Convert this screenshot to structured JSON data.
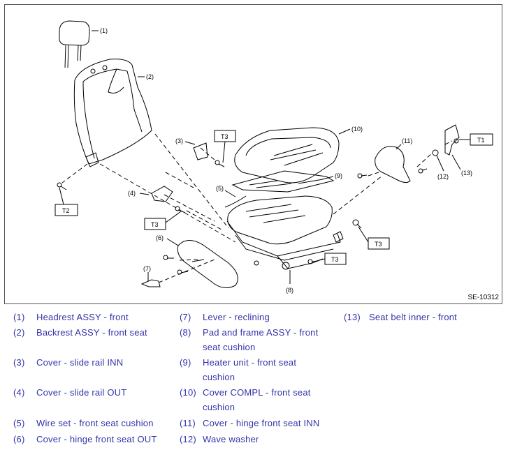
{
  "figure": {
    "code": "SE-10312",
    "callouts": {
      "c1": "(1)",
      "c2": "(2)",
      "c3": "(3)",
      "c4": "(4)",
      "c5": "(5)",
      "c6": "(6)",
      "c7": "(7)",
      "c8": "(8)",
      "c9": "(9)",
      "c10": "(10)",
      "c11": "(11)",
      "c12": "(12)",
      "c13": "(13)"
    },
    "torque_tags": {
      "t1": "T1",
      "t2": "T2",
      "t3a": "T3",
      "t3b": "T3",
      "t3c": "T3",
      "t3d": "T3"
    }
  },
  "legend": [
    {
      "num": "(1)",
      "text": "Headrest ASSY - front"
    },
    {
      "num": "(2)",
      "text": "Backrest ASSY - front seat"
    },
    {
      "num": "(3)",
      "text": "Cover - slide rail INN"
    },
    {
      "num": "(4)",
      "text": "Cover - slide rail OUT"
    },
    {
      "num": "(5)",
      "text": "Wire set - front seat cushion"
    },
    {
      "num": "(6)",
      "text": "Cover - hinge front seat OUT"
    },
    {
      "num": "(7)",
      "text": "Lever - reclining"
    },
    {
      "num": "(8)",
      "text": "Pad and frame ASSY - front",
      "text2": "seat cushion"
    },
    {
      "num": "(9)",
      "text": "Heater unit - front seat",
      "text2": "cushion"
    },
    {
      "num": "(10)",
      "text": "Cover COMPL - front seat",
      "text2": "cushion"
    },
    {
      "num": "(11)",
      "text": "Cover - hinge front seat INN"
    },
    {
      "num": "(12)",
      "text": "Wave washer"
    },
    {
      "num": "(13)",
      "text": "Seat belt inner - front"
    }
  ]
}
